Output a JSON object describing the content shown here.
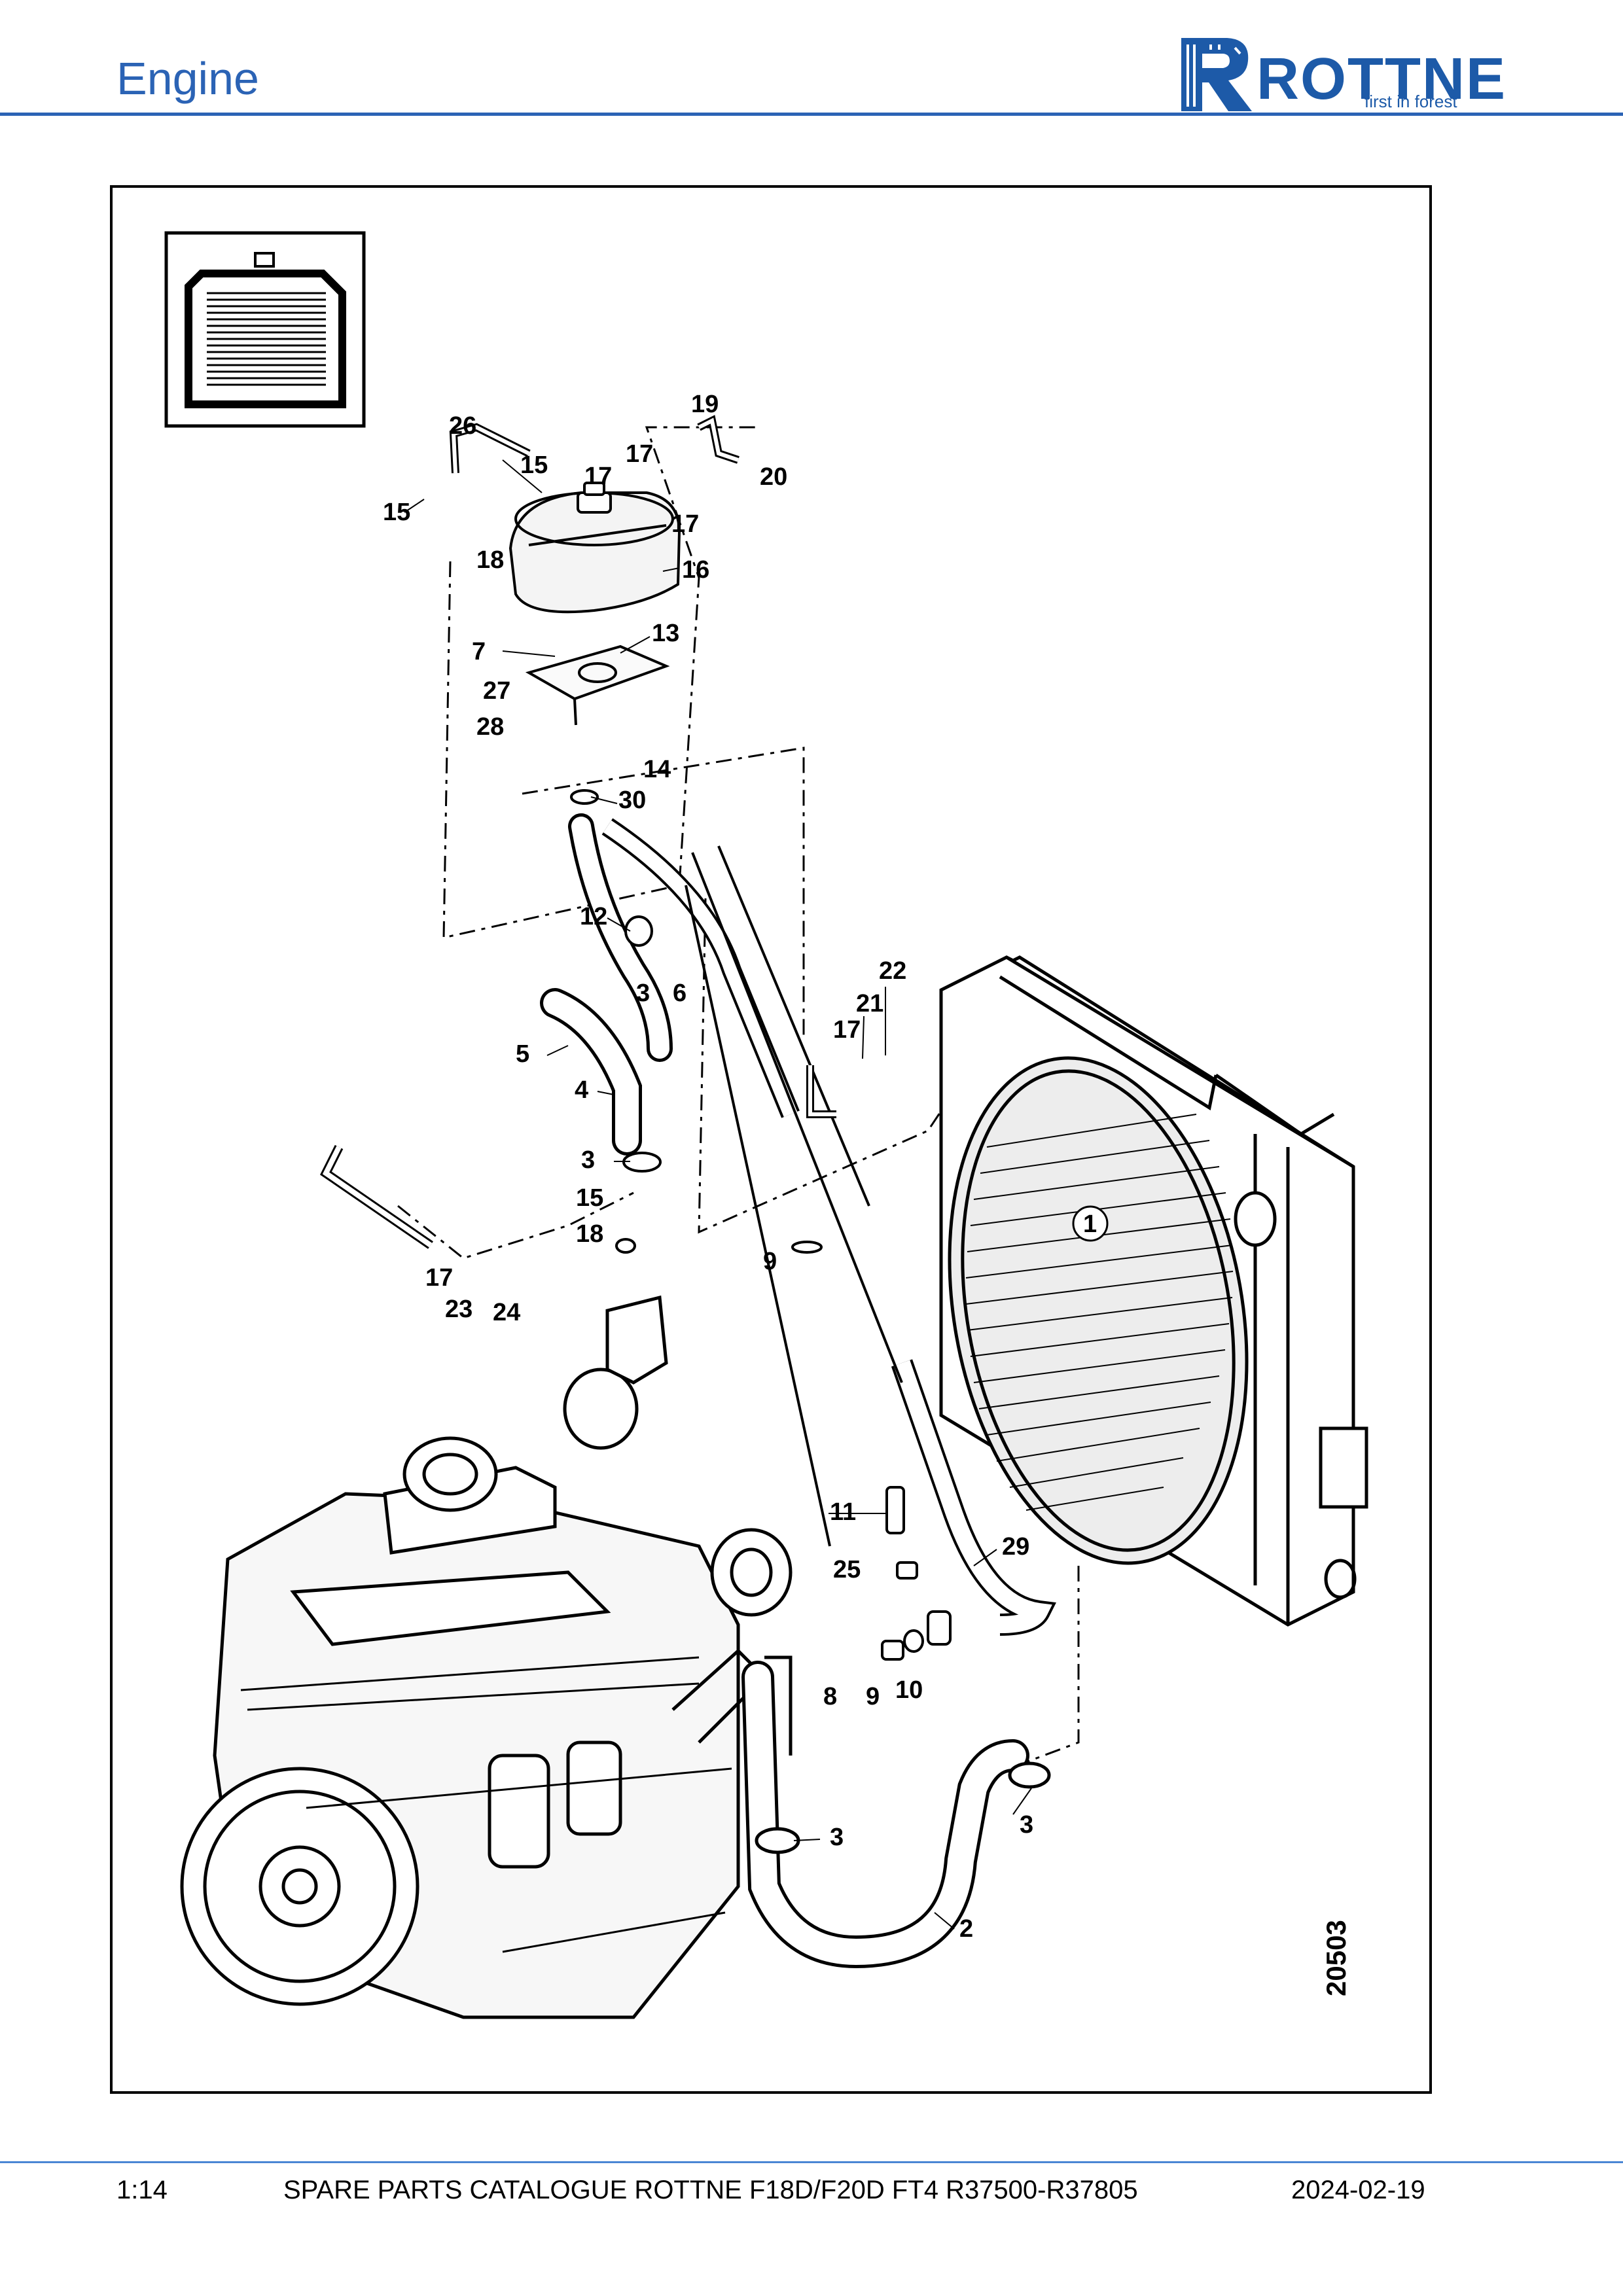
{
  "header": {
    "title": "Engine",
    "logo_text": "ROTTNE",
    "logo_tagline": "first in forest"
  },
  "diagram": {
    "drawing_number": "20503",
    "callouts": [
      "19",
      "26",
      "15",
      "17",
      "17",
      "20",
      "15",
      "18",
      "17",
      "16",
      "7",
      "13",
      "27",
      "28",
      "14",
      "30",
      "12",
      "3",
      "6",
      "22",
      "21",
      "17",
      "5",
      "4",
      "3",
      "15",
      "1",
      "18",
      "9",
      "17",
      "23",
      "24",
      "11",
      "25",
      "29",
      "8",
      "9",
      "10",
      "3",
      "3",
      "2"
    ]
  },
  "footer": {
    "page": "1:14",
    "catalogue": "SPARE PARTS CATALOGUE ROTTNE F18D/F20D FT4 R37500-R37805",
    "date": "2024-02-19"
  },
  "colors": {
    "brand_blue": "#2b63b5",
    "rule_blue": "#4a86d4"
  }
}
